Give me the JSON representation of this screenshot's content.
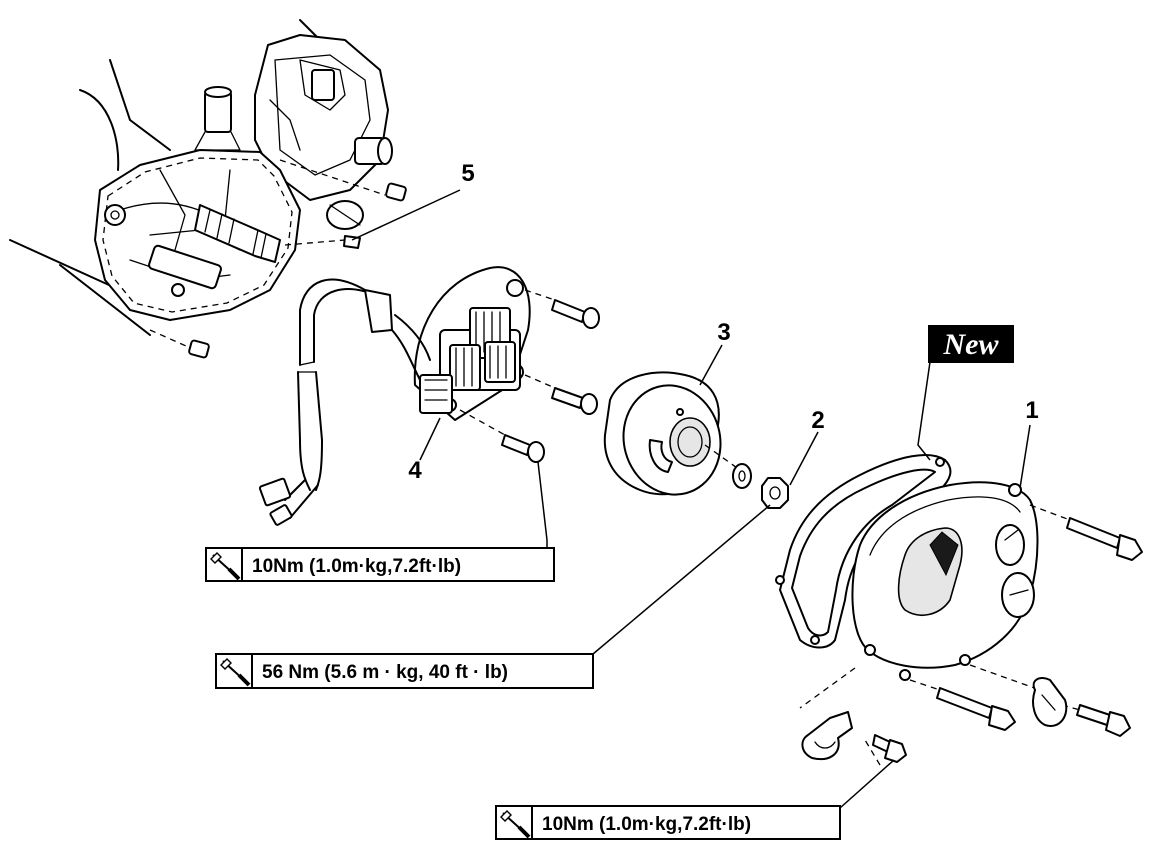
{
  "callouts": {
    "c1": "1",
    "c2": "2",
    "c3": "3",
    "c4": "4",
    "c5": "5"
  },
  "new_badge": "New",
  "torque": {
    "stator_bolts": "10Nm (1.0m·kg,7.2ft·lb)",
    "rotor_nut": "56 Nm (5.6 m · kg, 40 ft · lb)",
    "clamp_bolt": "10Nm (1.0m·kg,7.2ft·lb)"
  },
  "icons": [
    "torque-wrench-icon"
  ]
}
